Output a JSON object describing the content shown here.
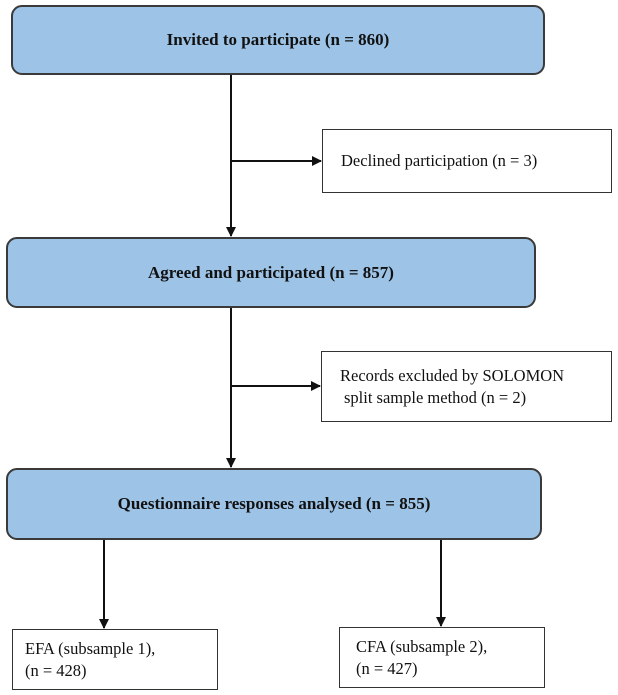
{
  "boxes": {
    "invited": "Invited to participate (n = 860)",
    "declined": "Declined participation (n = 3)",
    "agreed": "Agreed and participated (n = 857)",
    "excluded": {
      "line1": "Records excluded by SOLOMON",
      "line2": "split sample method (n = 2)"
    },
    "analysed": "Questionnaire responses analysed (n = 855)",
    "efa": {
      "line1": "EFA (subsample 1),",
      "line2": "(n = 428)"
    },
    "cfa": {
      "line1": "CFA (subsample 2),",
      "line2": "(n = 427)"
    }
  },
  "colors": {
    "main_box_fill": "#9dc3e6",
    "border": "#333333",
    "arrow": "#111111"
  }
}
